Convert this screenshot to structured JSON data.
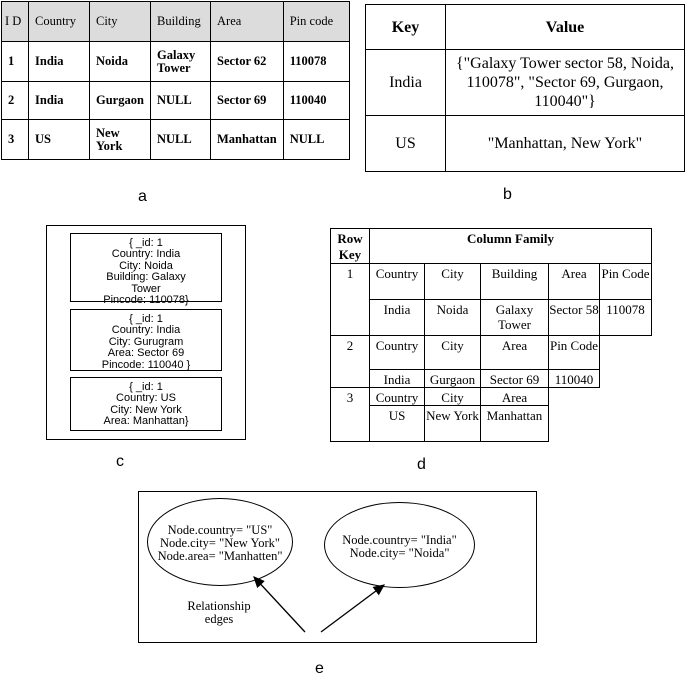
{
  "panel_a": {
    "headers": [
      "I D",
      "Country",
      "City",
      "Building",
      "Area",
      "Pin code"
    ],
    "rows": [
      [
        "1",
        "India",
        "Noida",
        "Galaxy Tower",
        "Sector 62",
        "110078"
      ],
      [
        "2",
        "India",
        "Gurgaon",
        "NULL",
        "Sector 69",
        "110040"
      ],
      [
        "3",
        "US",
        "New York",
        "NULL",
        "Manhattan",
        "NULL"
      ]
    ],
    "caption": "a"
  },
  "panel_b": {
    "headers": [
      "Key",
      "Value"
    ],
    "rows": [
      [
        "India",
        "{\"Galaxy Tower sector 58, Noida, 110078\", \"Sector 69, Gurgaon, 110040\"}"
      ],
      [
        "US",
        "\"Manhattan, New York\""
      ]
    ],
    "caption": "b"
  },
  "panel_c": {
    "documents": [
      [
        "{ _id: 1",
        "Country: India",
        "City: Noida",
        "Building: Galaxy",
        "Tower",
        "Pincode: 110078}"
      ],
      [
        "{ _id: 1",
        "Country: India",
        "City: Gurugram",
        "Area: Sector 69",
        "Pincode: 110040 }"
      ],
      [
        "{ _id: 1",
        "Country: US",
        "City: New York",
        "Area: Manhattan}"
      ]
    ],
    "caption": "c"
  },
  "panel_d": {
    "row_key_header": "Row Key",
    "column_family_header": "Column Family",
    "rows": [
      {
        "key": "1",
        "columns": [
          "Country",
          "City",
          "Building",
          "Area",
          "Pin Code"
        ],
        "values": [
          "India",
          "Noida",
          "Galaxy Tower",
          "Sector 58",
          "110078"
        ]
      },
      {
        "key": "2",
        "columns": [
          "Country",
          "City",
          "Area",
          "Pin Code"
        ],
        "values": [
          "India",
          "Gurgaon",
          "Sector 69",
          "110040"
        ]
      },
      {
        "key": "3",
        "columns": [
          "Country",
          "City",
          "Area"
        ],
        "values": [
          "US",
          "New York",
          "Manhattan"
        ]
      }
    ],
    "caption": "d"
  },
  "panel_e": {
    "node_left": [
      "Node.country= \"US\"",
      "Node.city= \"New York\"",
      "Node.area= \"Manhatten\""
    ],
    "node_right": [
      "Node.country= \"India\"",
      "Node.city= \"Noida\""
    ],
    "edge_label": [
      "Relationship",
      "edges"
    ],
    "caption": "e"
  }
}
